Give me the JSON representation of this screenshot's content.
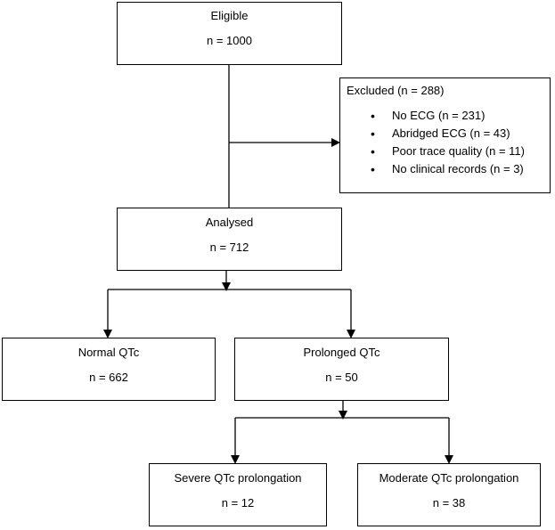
{
  "eligible": {
    "title": "Eligible",
    "count": "n = 1000"
  },
  "excluded": {
    "title": "Excluded (n = 288)",
    "reasons": [
      "No ECG (n = 231)",
      "Abridged ECG (n = 43)",
      "Poor trace quality (n = 11)",
      "No clinical records (n = 3)"
    ]
  },
  "analysed": {
    "title": "Analysed",
    "count": "n = 712"
  },
  "normal_qtc": {
    "title": "Normal QTc",
    "count": "n = 662"
  },
  "prolonged_qtc": {
    "title": "Prolonged QTc",
    "count": "n = 50"
  },
  "severe_qtc": {
    "title": "Severe QTc prolongation",
    "count": "n = 12"
  },
  "moderate_qtc": {
    "title": "Moderate QTc prolongation",
    "count": "n = 38"
  }
}
